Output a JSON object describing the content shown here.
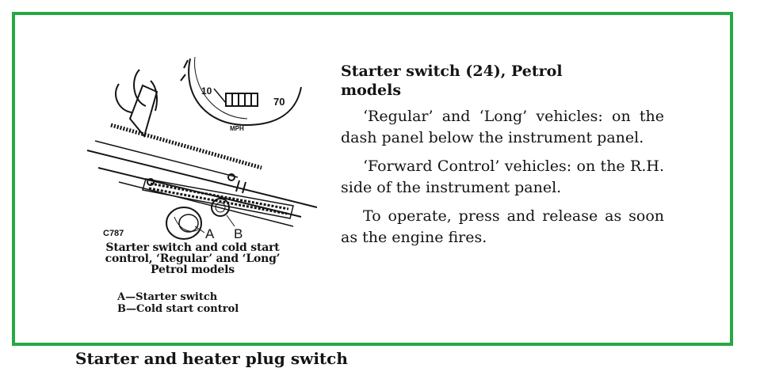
{
  "figure": {
    "code": "C787",
    "gauge_low": "10",
    "gauge_high": "70",
    "gauge_unit": "MPH",
    "label_a": "A",
    "label_b": "B",
    "caption_line1": "Starter switch and cold start",
    "caption_line2": "control, ‘Regular’ and ‘Long’",
    "caption_line3": "Petrol models",
    "legend_a": "A—Starter switch",
    "legend_b": "B—Cold start control"
  },
  "section": {
    "heading_line1": "Starter switch (24), Petrol",
    "heading_line2": "models",
    "paragraphs": [
      "‘Regular’ and ‘Long’ vehicles: on the dash panel below the instrument panel.",
      "‘Forward Control’ vehicles: on the R.H. side of the instrument panel.",
      "To operate, press and release as soon as the engine fires."
    ]
  },
  "next_heading": "Starter and heater plug switch",
  "colors": {
    "border": "#27a844",
    "ink": "#141414"
  }
}
